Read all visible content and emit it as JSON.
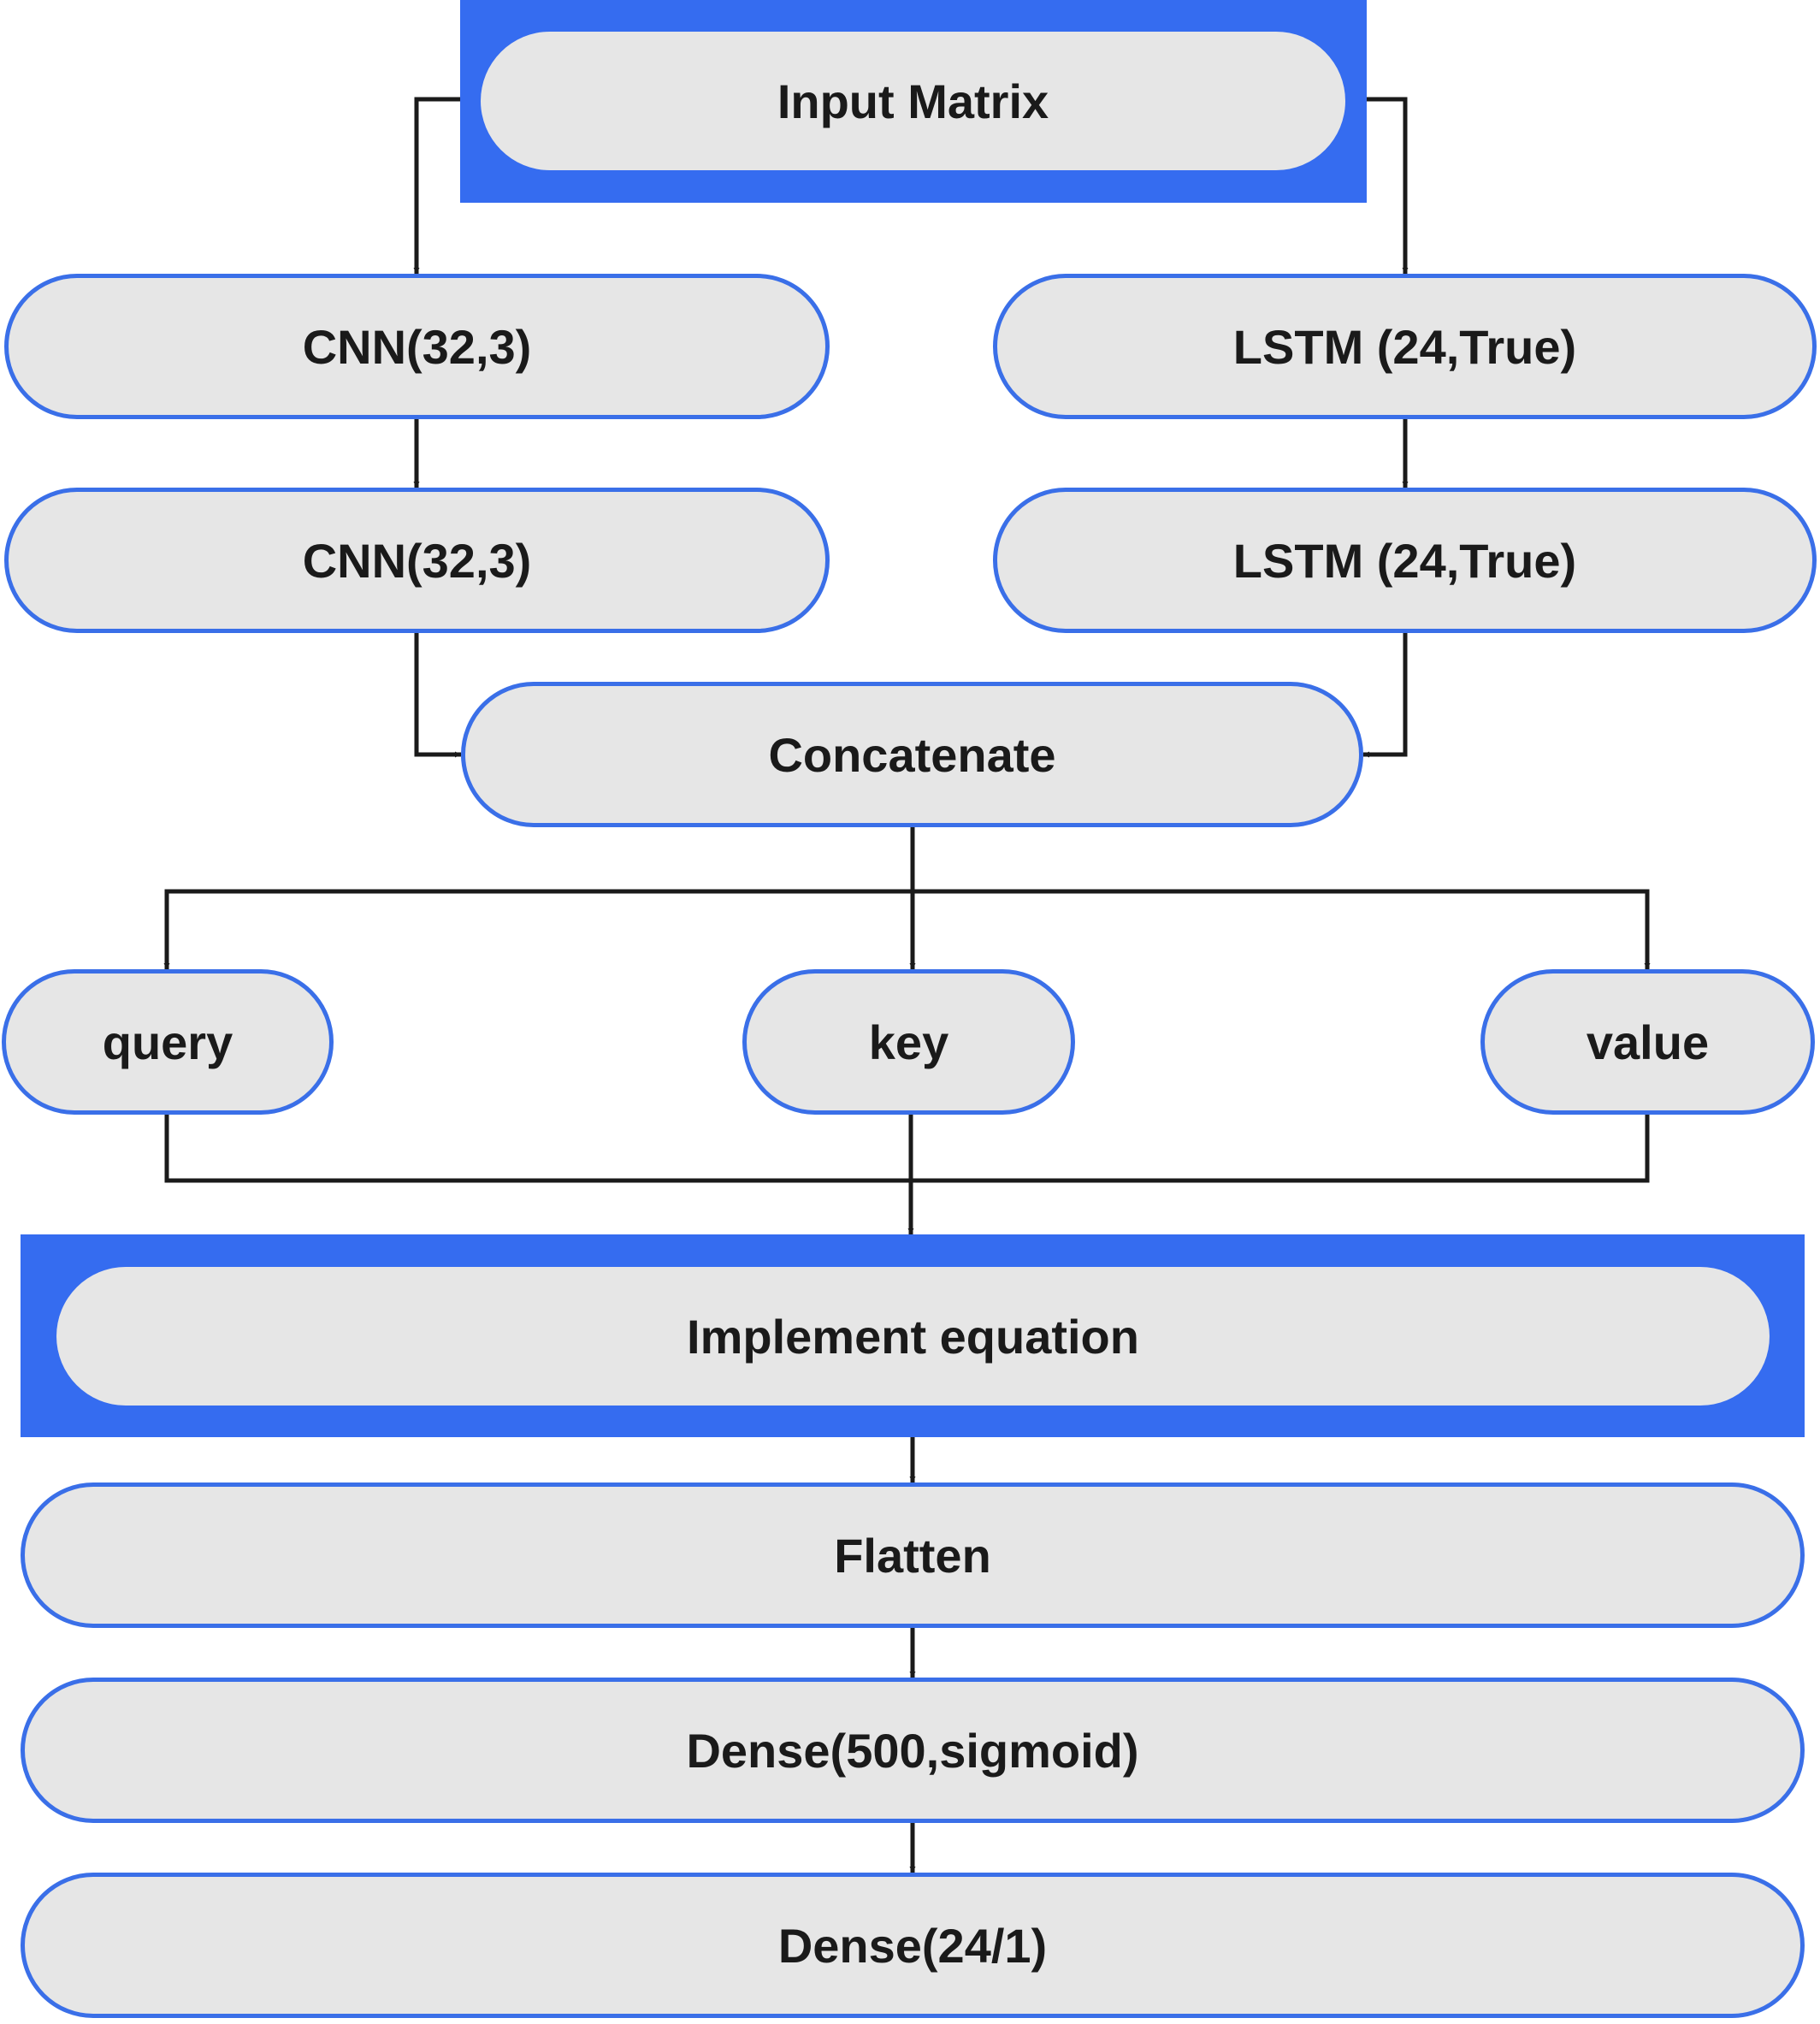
{
  "colors": {
    "node_fill": "#e6e6e6",
    "node_border": "#3a6fe8",
    "frame_fill": "#356cf0",
    "connector": "#1a1a1a"
  },
  "nodes": {
    "input_matrix": "Input Matrix",
    "cnn_1": "CNN(32,3)",
    "cnn_2": "CNN(32,3)",
    "lstm_1": "LSTM (24,True)",
    "lstm_2": "LSTM (24,True)",
    "concatenate": "Concatenate",
    "query": "query",
    "key": "key",
    "value": "value",
    "implement_equation": "Implement equation",
    "flatten": "Flatten",
    "dense_500": "Dense(500,sigmoid)",
    "dense_24": "Dense(24/1)"
  }
}
